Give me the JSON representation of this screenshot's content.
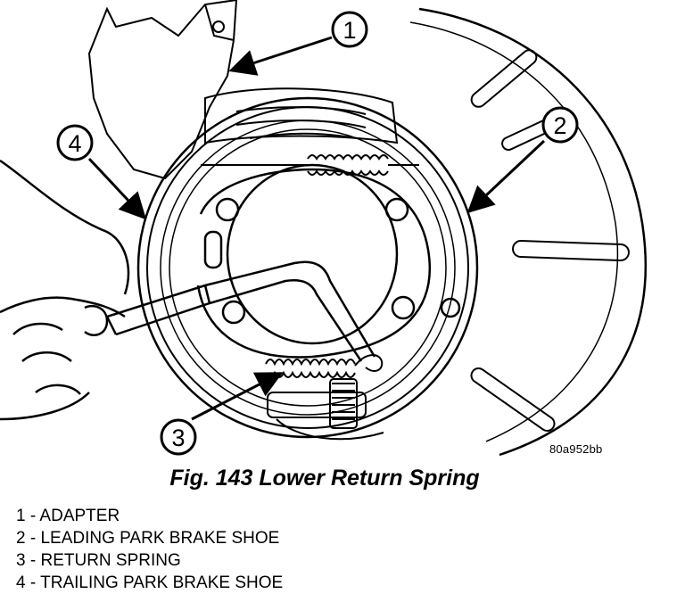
{
  "figure": {
    "code": "80a952bb",
    "caption": "Fig. 143 Lower Return Spring",
    "callouts": [
      "1",
      "2",
      "3",
      "4"
    ]
  },
  "legend": [
    {
      "number": "1",
      "label": "ADAPTER"
    },
    {
      "number": "2",
      "label": "LEADING PARK BRAKE SHOE"
    },
    {
      "number": "3",
      "label": "RETURN SPRING"
    },
    {
      "number": "4",
      "label": "TRAILING PARK BRAKE SHOE"
    }
  ]
}
